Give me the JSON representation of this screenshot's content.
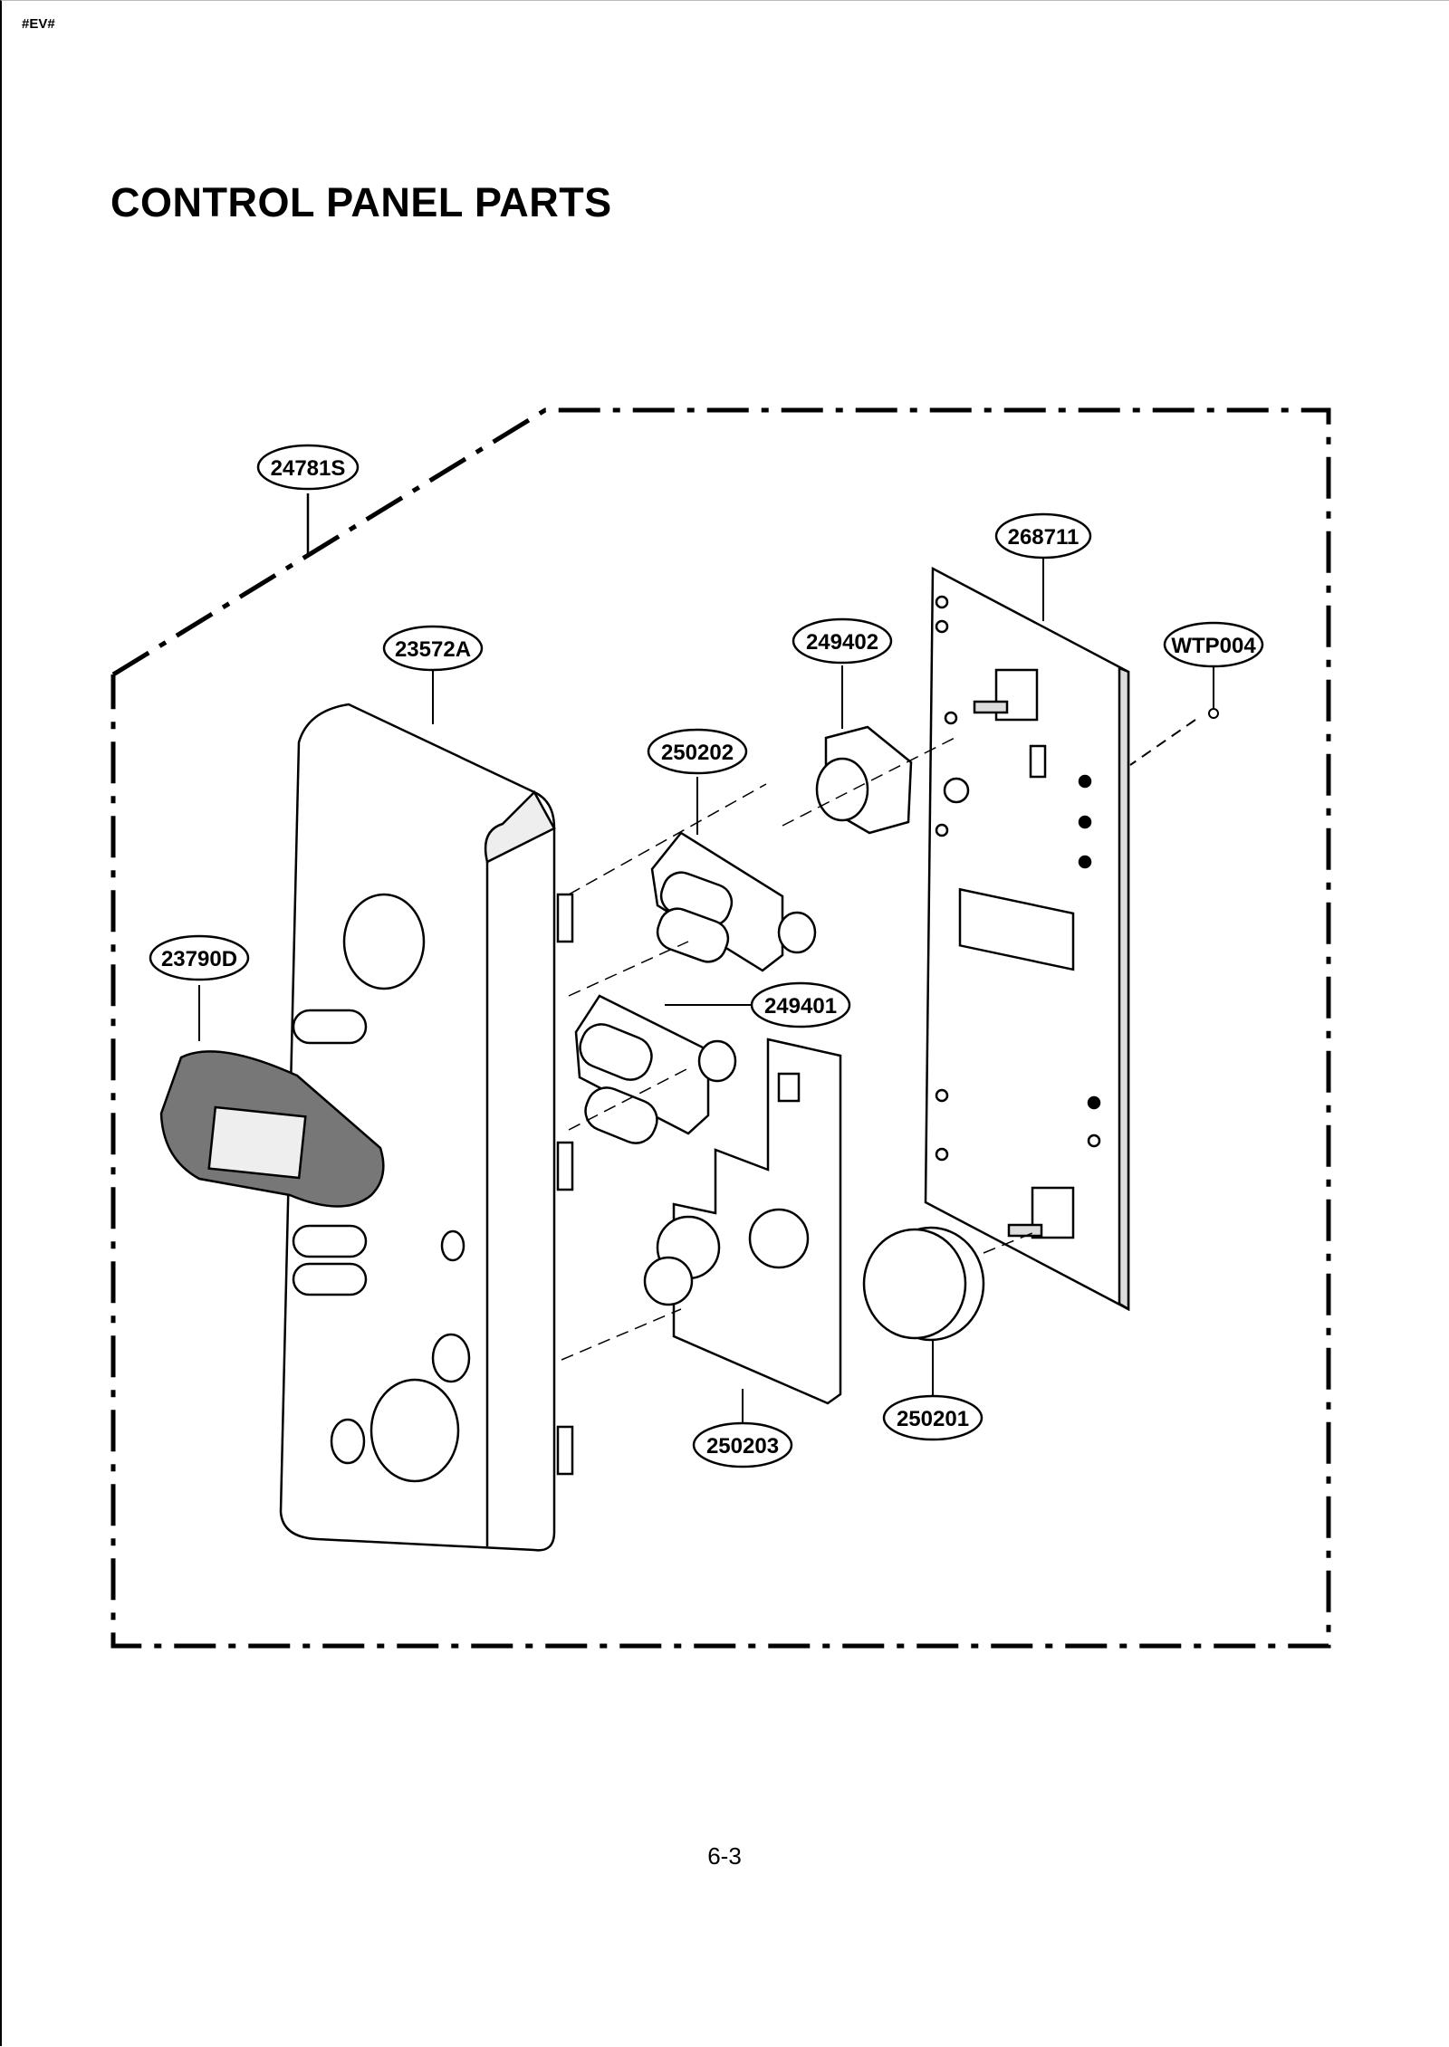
{
  "header": {
    "code": "#EV#"
  },
  "title": "CONTROL PANEL PARTS",
  "footer": {
    "page_number": "6-3"
  },
  "callouts": {
    "assembly": "24781S",
    "pcb": "268711",
    "front_panel": "23572A",
    "knob_upper_switch": "249402",
    "screw": "WTP004",
    "lever_upper": "250202",
    "door_button": "23790D",
    "lever_lower": "249401",
    "bracket": "250203",
    "knob_lower": "250201"
  }
}
